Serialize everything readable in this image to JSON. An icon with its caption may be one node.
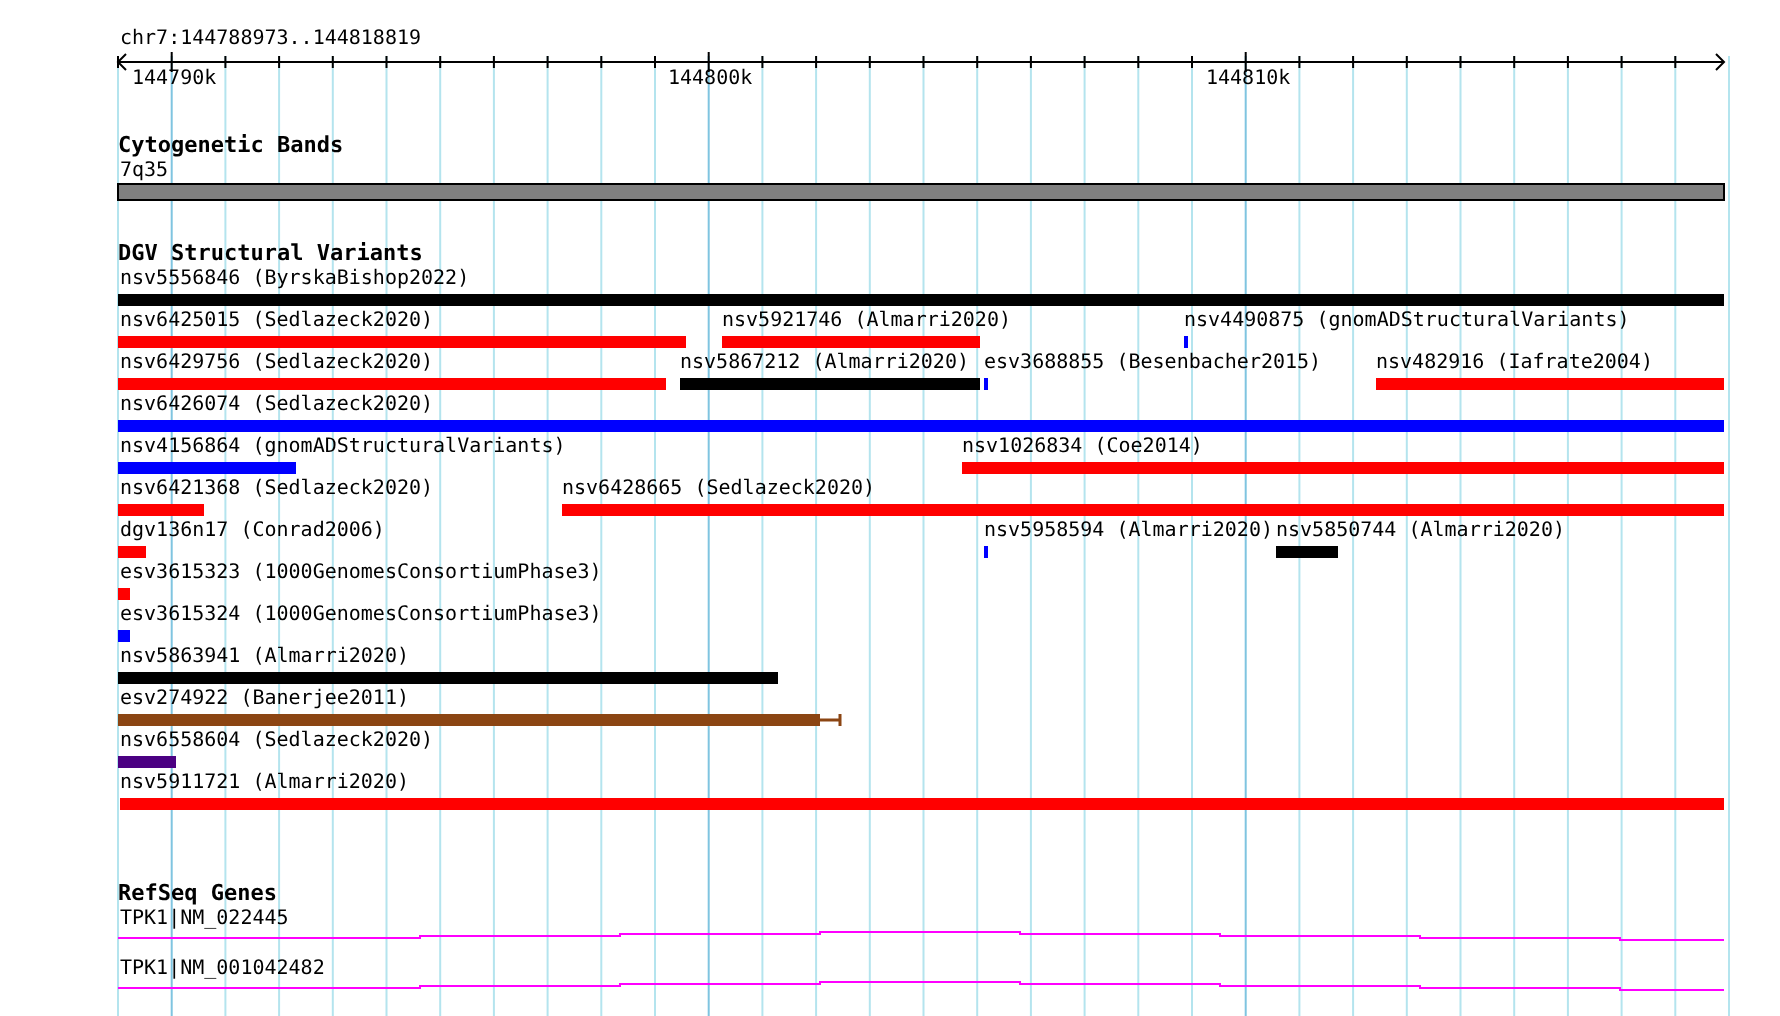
{
  "diagram": {
    "title": "chr7:144788973..144818819",
    "labels": [
      "144790k",
      "144800k",
      "144810k",
      "Cytogenetic Bands",
      "7q35",
      "DGV Structural Variants",
      "nsv5556846 (ByrskaBishop2022)",
      "nsv6425015 (Sedlazeck2020)",
      "nsv5921746 (Almarri2020)",
      "nsv4490875 (gnomADStructuralVariants)",
      "nsv6429756 (Sedlazeck2020)",
      "nsv5867212 (Almarri2020)",
      "esv3688855 (Besenbacher2015)",
      "nsv482916 (Iafrate2004)",
      "nsv6426074 (Sedlazeck2020)",
      "nsv4156864 (gnomADStructuralVariants)",
      "nsv1026834 (Coe2014)",
      "nsv6421368 (Sedlazeck2020)",
      "nsv6428665 (Sedlazeck2020)",
      "dgv136n17 (Conrad2006)",
      "nsv5958594 (Almarri2020)",
      "nsv5850744 (Almarri2020)",
      "esv3615323 (1000GenomesConsortiumPhase3)",
      "esv3615324 (1000GenomesConsortiumPhase3)",
      "nsv5863941 (Almarri2020)",
      "esv274922 (Banerjee2011)",
      "nsv6558604 (Sedlazeck2020)",
      "nsv5911721 (Almarri2020)",
      "RefSeq Genes",
      "TPK1|NM_022445",
      "TPK1|NM_001042482"
    ]
  }
}
